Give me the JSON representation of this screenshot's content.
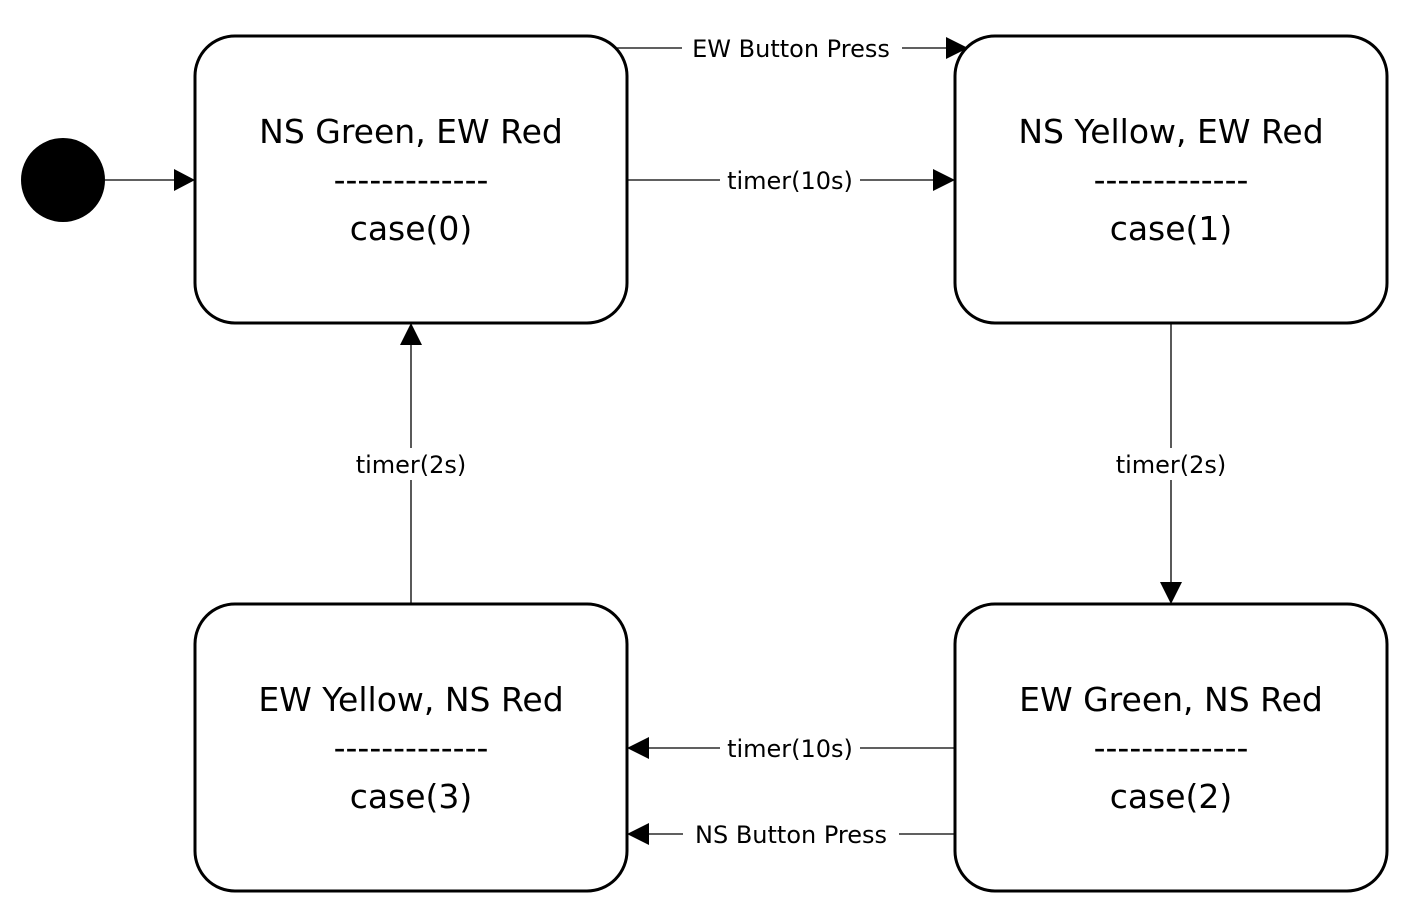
{
  "states": [
    {
      "id": "s0",
      "title": "NS Green, EW Red",
      "divider": "-------------",
      "case": "case(0)"
    },
    {
      "id": "s1",
      "title": "NS Yellow, EW Red",
      "divider": "-------------",
      "case": "case(1)"
    },
    {
      "id": "s2",
      "title": "EW Green, NS Red",
      "divider": "-------------",
      "case": "case(2)"
    },
    {
      "id": "s3",
      "title": "EW Yellow, NS Red",
      "divider": "-------------",
      "case": "case(3)"
    }
  ],
  "transitions": [
    {
      "from": "s0",
      "to": "s1",
      "label": "EW Button Press"
    },
    {
      "from": "s0",
      "to": "s1",
      "label": "timer(10s)"
    },
    {
      "from": "s1",
      "to": "s2",
      "label": "timer(2s)"
    },
    {
      "from": "s2",
      "to": "s3",
      "label": "timer(10s)"
    },
    {
      "from": "s2",
      "to": "s3",
      "label": "NS Button Press"
    },
    {
      "from": "s3",
      "to": "s0",
      "label": "timer(2s)"
    }
  ],
  "colors": {
    "stroke": "#000000",
    "background": "#ffffff"
  }
}
